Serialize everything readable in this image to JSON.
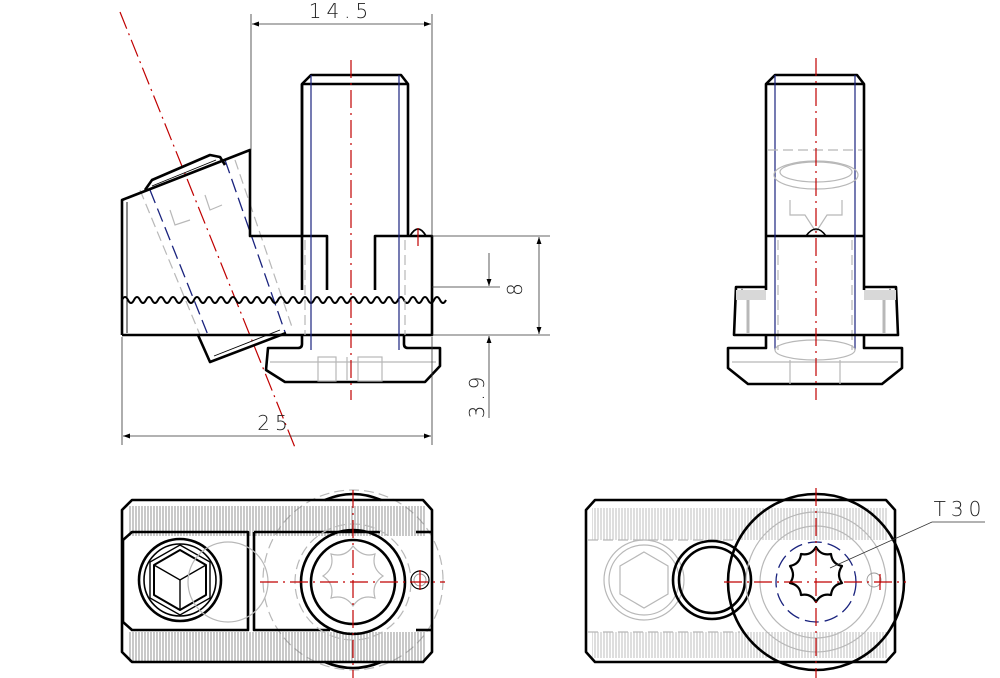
{
  "drawing": {
    "title": "T-slot nut with angled bore — technical drawing",
    "colors": {
      "outline": "#000000",
      "centerline": "#c00000",
      "thread": "#1a237e",
      "hidden": "#b8b8b8",
      "dimension": "#333333"
    },
    "dimensions": {
      "top_width": "14.5",
      "overall_width": "25",
      "height": "8",
      "head_offset": "3.9"
    },
    "callouts": {
      "drive": "T30"
    },
    "views": [
      "front-view",
      "side-view",
      "top-view",
      "bottom-view"
    ]
  }
}
